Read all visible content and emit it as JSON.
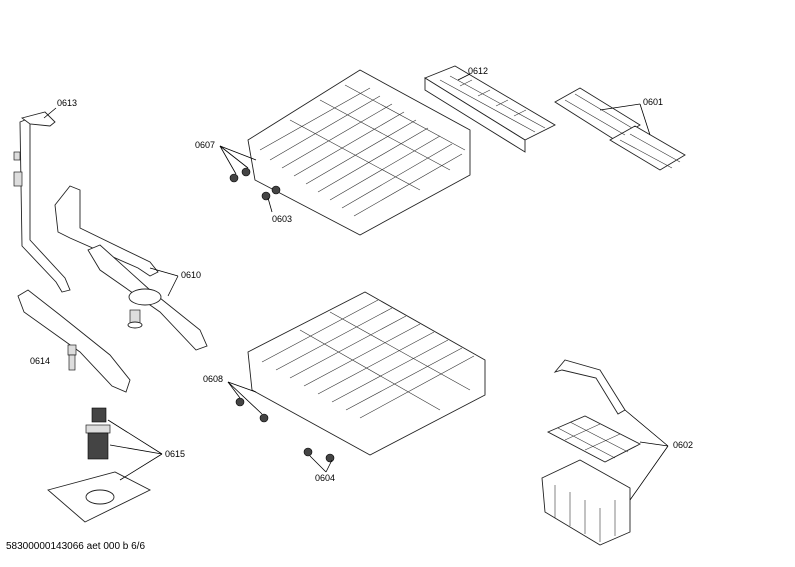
{
  "labels": {
    "p0613": "0613",
    "p0612": "0612",
    "p0601": "0601",
    "p0607": "0607",
    "p0603": "0603",
    "p0610": "0610",
    "p0614": "0614",
    "p0608": "0608",
    "p0615": "0615",
    "p0604": "0604",
    "p0602": "0602"
  },
  "footer": "58300000143066 aet 000 b 6/6"
}
